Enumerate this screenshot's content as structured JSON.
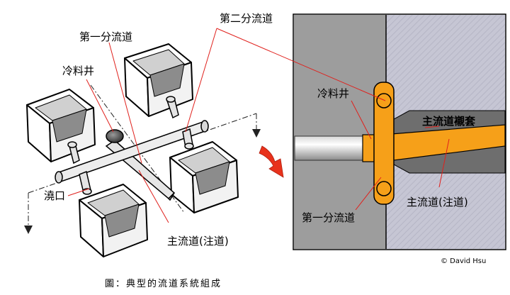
{
  "labels": {
    "first_runner": "第一分流道",
    "second_runner": "第二分流道",
    "cold_well": "冷料井",
    "gate": "澆口",
    "sprue": "主流道(注道)",
    "cold_well_right": "冷料井",
    "sprue_bushing": "主流道襯套",
    "sprue_right": "主流道(注道)",
    "first_runner_right": "第一分流道",
    "credit": "© David Hsu",
    "caption": "圖：典型的流道系統組成"
  },
  "colors": {
    "leader_line": "#e0201c",
    "runner_orange": "#f6a019",
    "mold_gray": "#9a9a9a",
    "mold_light": "#c9c9d6",
    "arrow_red": "#e8321c"
  }
}
